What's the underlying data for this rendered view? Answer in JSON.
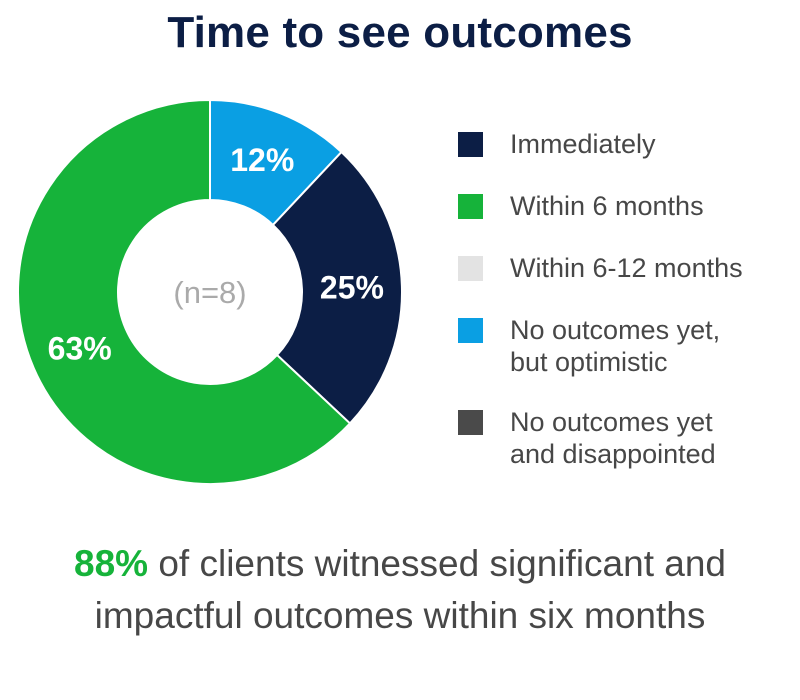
{
  "colors": {
    "title": "#0c1e45",
    "text": "#474747",
    "highlight": "#16b33a",
    "center_label": "#aaaaaa",
    "slice_label": "#ffffff"
  },
  "chart_data": {
    "type": "pie",
    "title": "Time to see outcomes",
    "center_label": "(n=8)",
    "slices": [
      {
        "label": "Immediately",
        "value": 25,
        "display": "25%",
        "color": "#0c1e45"
      },
      {
        "label": "Within 6 months",
        "value": 63,
        "display": "63%",
        "color": "#16b33a"
      },
      {
        "label": "Within 6-12 months",
        "value": 0,
        "display": "",
        "color": "#e3e3e3"
      },
      {
        "label": "No outcomes yet,\nbut optimistic",
        "value": 12,
        "display": "12%",
        "color": "#0a9fe3"
      },
      {
        "label": "No outcomes yet\nand disappointed",
        "value": 0,
        "display": "",
        "color": "#4a4a4a"
      }
    ]
  },
  "takeaway": {
    "highlight": "88%",
    "text": " of clients witnessed significant and impactful outcomes within six months"
  }
}
